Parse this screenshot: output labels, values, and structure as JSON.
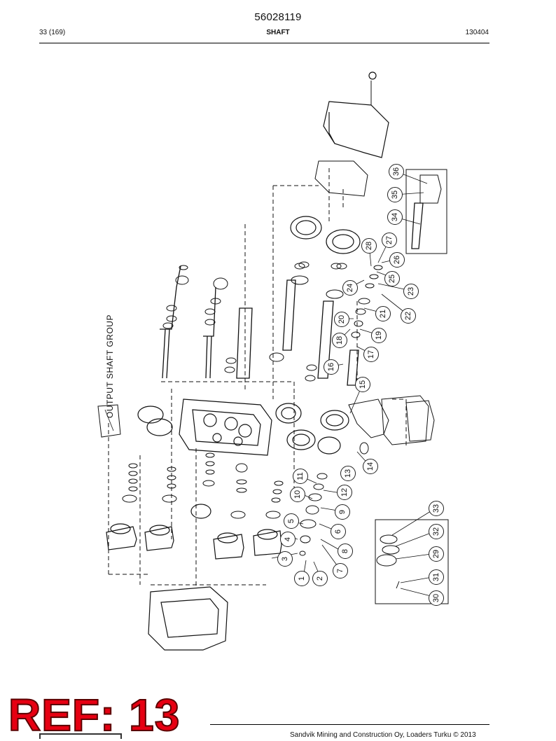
{
  "header": {
    "document_number": "56028119",
    "page": "33 (169)",
    "section": "SHAFT",
    "code": "130404"
  },
  "diagram": {
    "title": "OUTPUT SHAFT GROUP",
    "callouts": [
      "1",
      "2",
      "3",
      "4",
      "5",
      "6",
      "7",
      "8",
      "9",
      "10",
      "11",
      "12",
      "13",
      "14",
      "15",
      "16",
      "17",
      "18",
      "19",
      "20",
      "21",
      "22",
      "23",
      "24",
      "25",
      "26",
      "27",
      "28",
      "29",
      "30",
      "31",
      "32",
      "33",
      "34",
      "35",
      "36"
    ]
  },
  "stamp": {
    "text": "REF: 13"
  },
  "footer": {
    "text": "Sandvik Mining and Construction Oy, Loaders Turku © 2013"
  },
  "colors": {
    "stamp_fill": "#e60012",
    "stamp_outline": "#5a0000",
    "line": "#111111"
  }
}
